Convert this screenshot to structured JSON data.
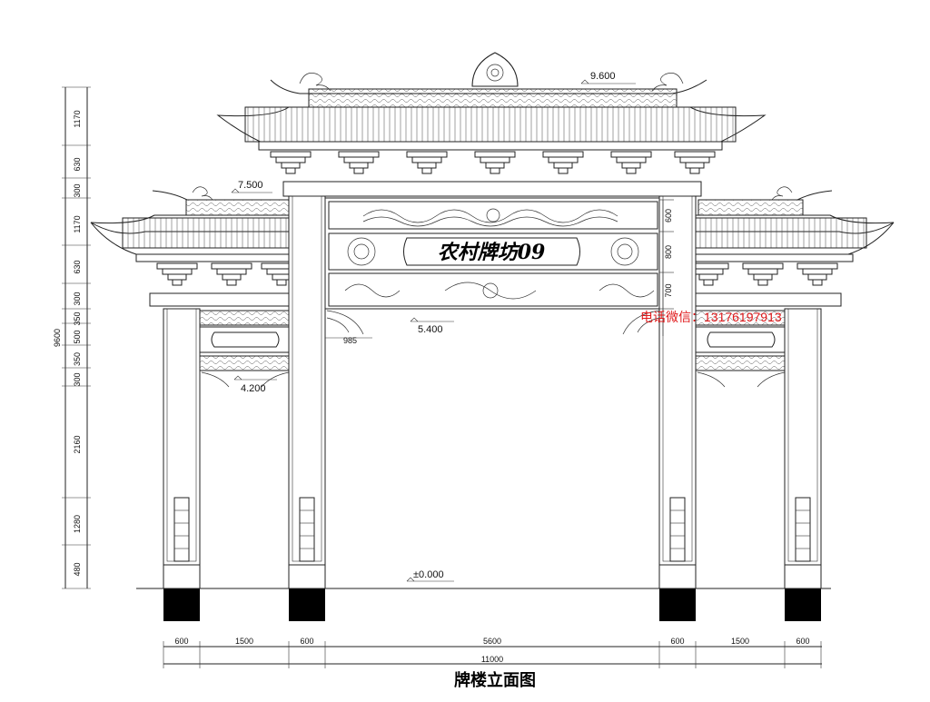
{
  "plaque": {
    "text": "农村牌坊09"
  },
  "caption": "牌楼立面图",
  "contact": "电话微信：13176197913",
  "levels": {
    "top": "9.600",
    "side_roof": "7.500",
    "main_beam": "5.400",
    "side_beam": "4.200",
    "ground": "±0.000"
  },
  "left_dims": {
    "total": "9600",
    "segments": [
      "1170",
      "630",
      "300",
      "1170",
      "630",
      "300",
      "350",
      "500",
      "350",
      "300",
      "2160",
      "1280",
      "480"
    ]
  },
  "bottom_dims": {
    "segments": [
      "600",
      "1500",
      "600",
      "5600",
      "600",
      "1500",
      "600"
    ],
    "total": "11000"
  },
  "right_dims": {
    "segments": [
      "600",
      "800",
      "700"
    ]
  },
  "small_dims": {
    "bracket": "985"
  }
}
